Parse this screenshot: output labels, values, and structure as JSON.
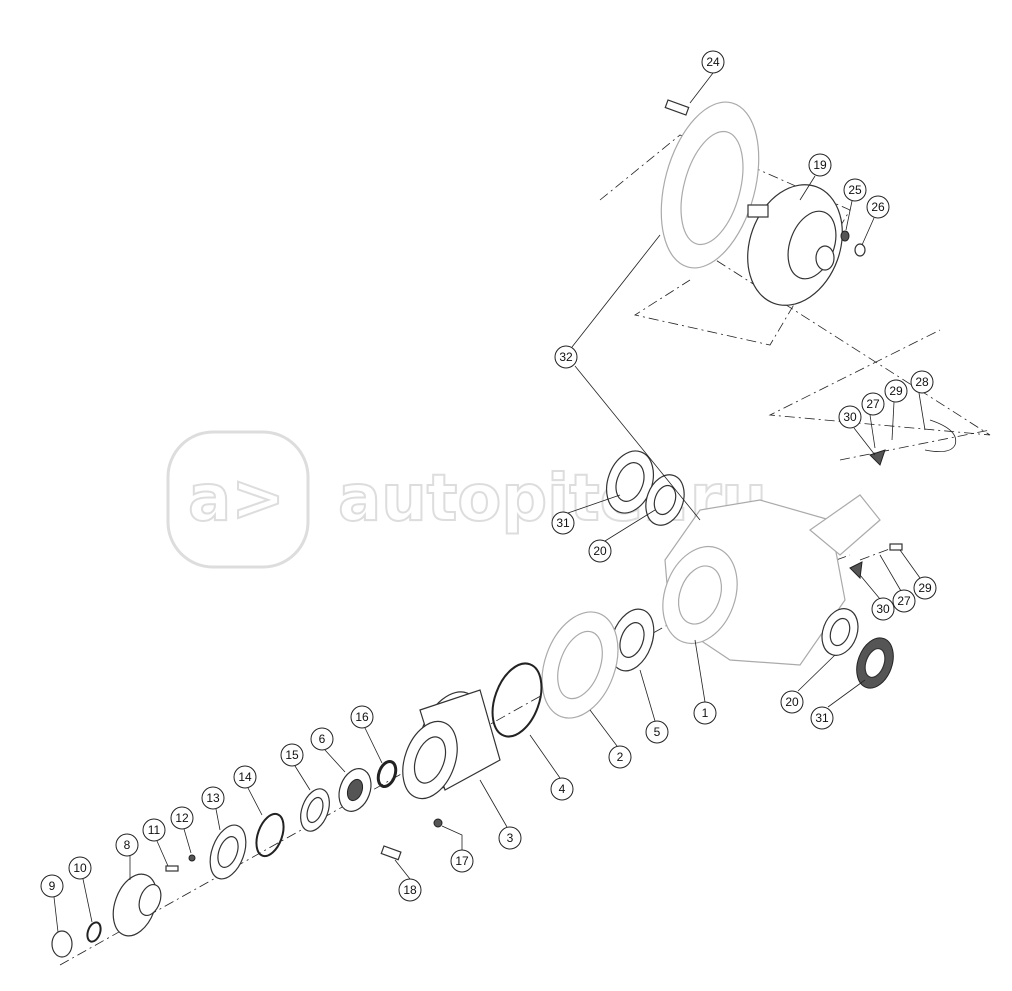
{
  "watermark": {
    "text": "autopiter.ru",
    "logo_text": "a>"
  },
  "callouts": [
    {
      "label": "24"
    },
    {
      "label": "19"
    },
    {
      "label": "25"
    },
    {
      "label": "26"
    },
    {
      "label": "32"
    },
    {
      "label": "28"
    },
    {
      "label": "29"
    },
    {
      "label": "27"
    },
    {
      "label": "30"
    },
    {
      "label": "31"
    },
    {
      "label": "20"
    },
    {
      "label": "29"
    },
    {
      "label": "27"
    },
    {
      "label": "30"
    },
    {
      "label": "1"
    },
    {
      "label": "5"
    },
    {
      "label": "2"
    },
    {
      "label": "4"
    },
    {
      "label": "20"
    },
    {
      "label": "31"
    },
    {
      "label": "16"
    },
    {
      "label": "6"
    },
    {
      "label": "15"
    },
    {
      "label": "14"
    },
    {
      "label": "13"
    },
    {
      "label": "12"
    },
    {
      "label": "11"
    },
    {
      "label": "8"
    },
    {
      "label": "10"
    },
    {
      "label": "9"
    },
    {
      "label": "3"
    },
    {
      "label": "17"
    },
    {
      "label": "18"
    }
  ]
}
